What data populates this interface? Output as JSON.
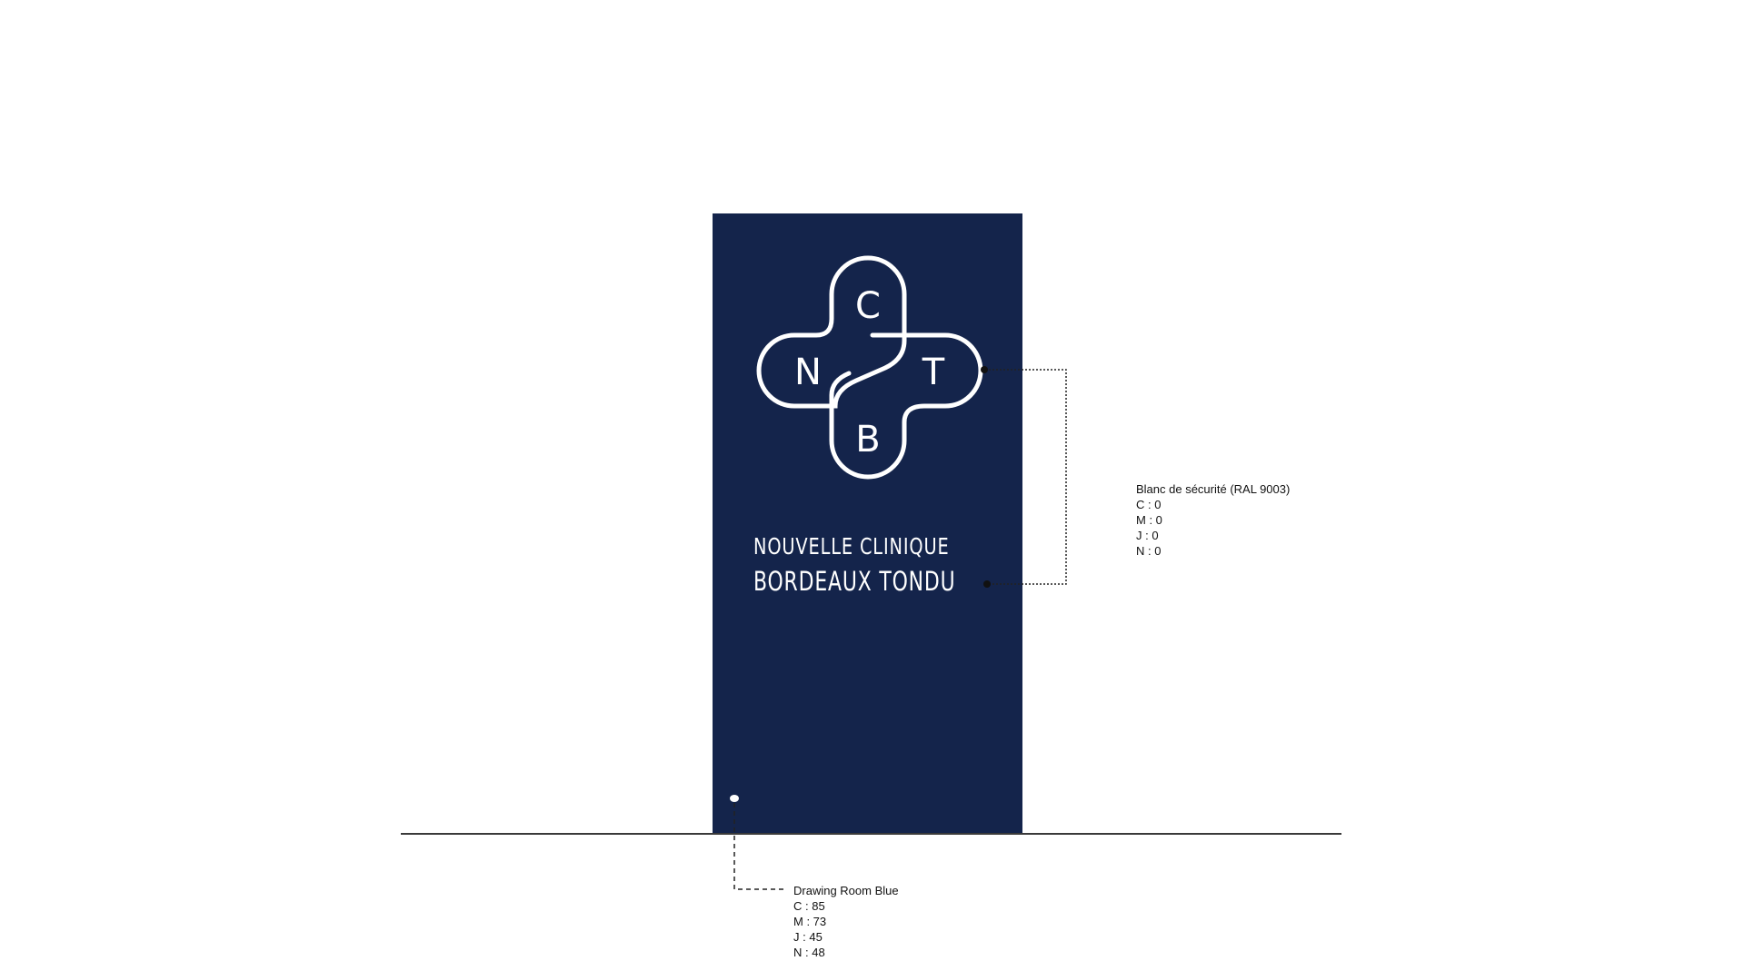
{
  "sign": {
    "background_color": "#14244b",
    "logo": {
      "letters": {
        "top": "C",
        "left": "N",
        "right": "T",
        "bottom": "B"
      },
      "stroke_color": "#ffffff"
    },
    "name_line1": "NOUVELLE CLINIQUE",
    "name_line2": "BORDEAUX TONDU"
  },
  "annotations": {
    "white": {
      "title": "Blanc de sécurité (RAL 9003)",
      "lines": [
        "C : 0",
        "M : 0",
        "J : 0",
        "N : 0"
      ]
    },
    "blue": {
      "title": "Drawing Room Blue",
      "lines": [
        "C : 85",
        "M : 73",
        "J : 45",
        "N : 48"
      ]
    }
  }
}
